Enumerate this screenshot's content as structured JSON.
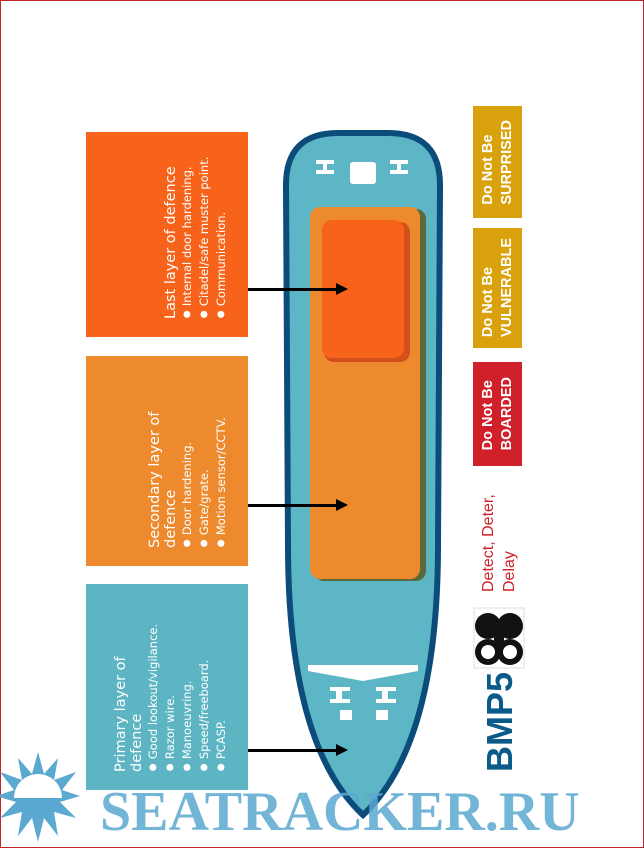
{
  "layers": [
    {
      "title": "Last layer of defence",
      "items": [
        "Internal door hardening.",
        "Citadel/safe muster point.",
        "Communication."
      ],
      "color": "#f7631a"
    },
    {
      "title": "Secondary layer of defence",
      "items": [
        "Door hardening.",
        "Gate/grate.",
        "Motion sensor/CCTV."
      ],
      "color": "#ee8a2e"
    },
    {
      "title": "Primary layer of defence",
      "items": [
        "Good lookout/vigilance.",
        "Razor wire.",
        "Manoeuvring.",
        "Speed/freeboard.",
        "PCASP."
      ],
      "color": "#5db5c4"
    }
  ],
  "tags": [
    {
      "line1": "Do Not Be",
      "line2": "SURPRISED",
      "color": "#d9a20c"
    },
    {
      "line1": "Do Not Be",
      "line2": "VULNERABLE",
      "color": "#d9a20c"
    },
    {
      "line1": "Do Not Be",
      "line2": "BOARDED",
      "color": "#d0202a"
    }
  ],
  "motto": {
    "line1": "Detect, Deter,",
    "line2": "Delay"
  },
  "logo": "BMP5",
  "watermark": "SEATRACKER.RU"
}
